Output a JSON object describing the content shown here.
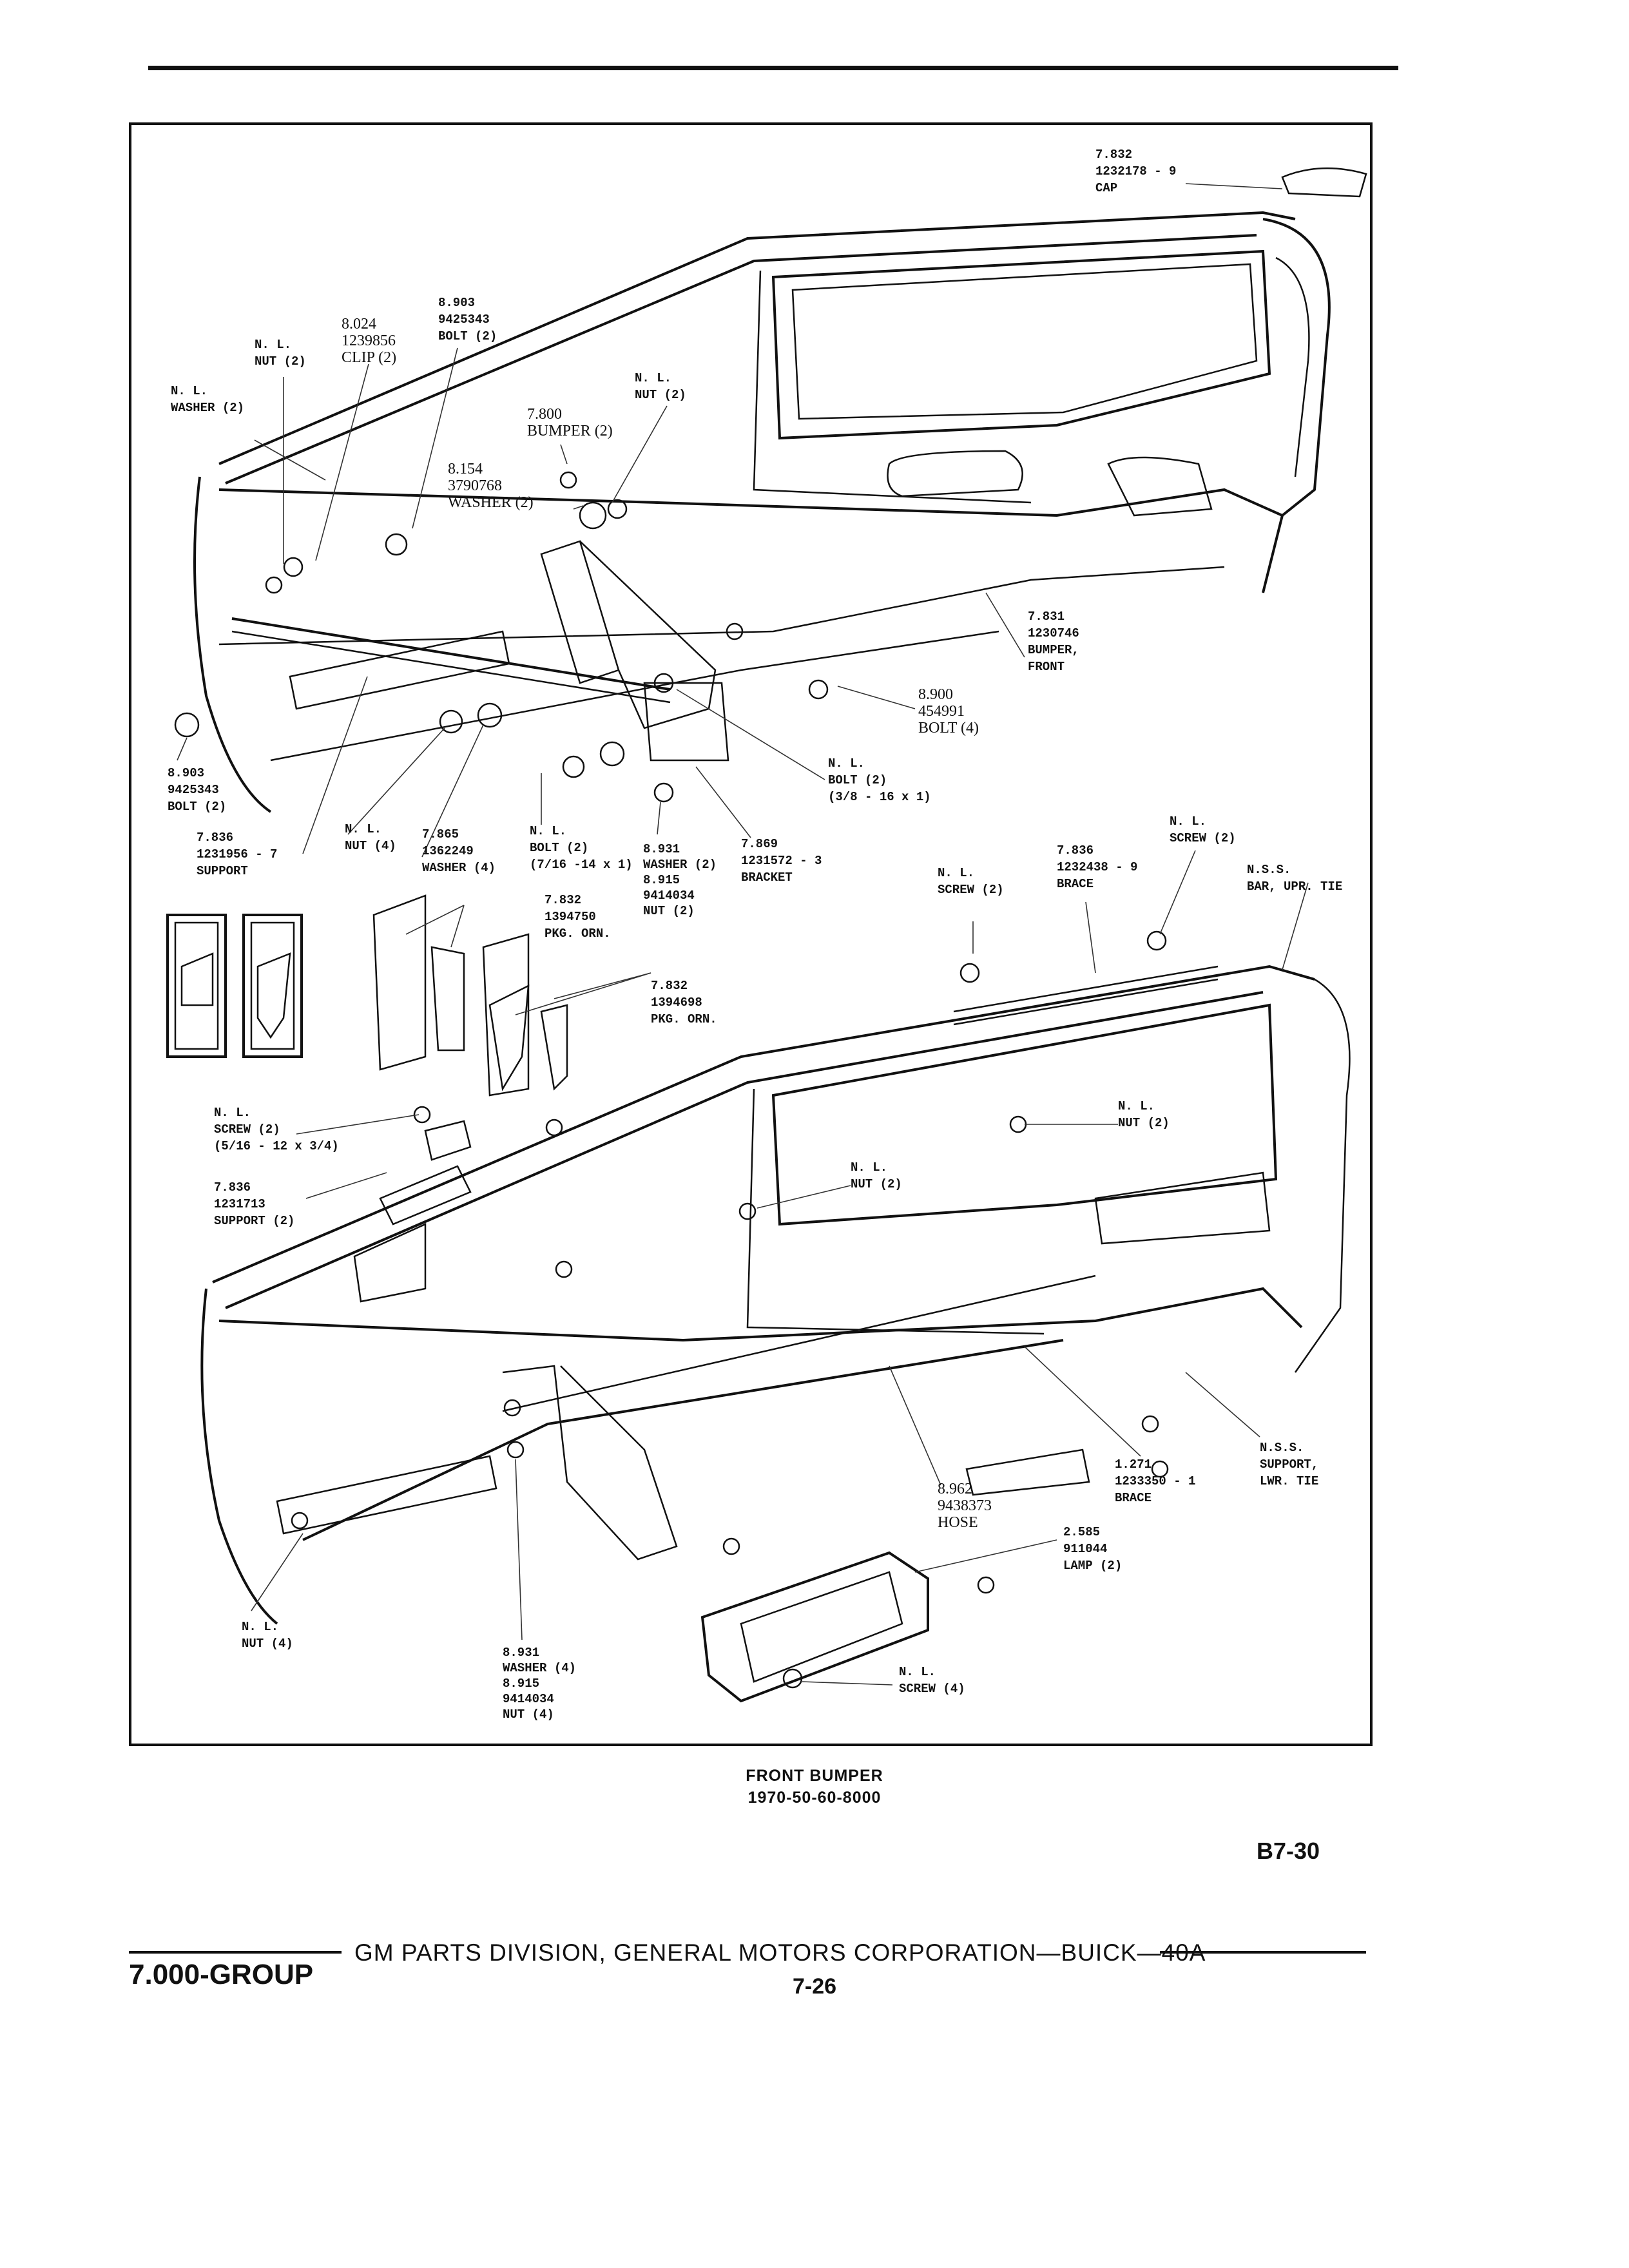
{
  "labels": {
    "cap": [
      "7.832",
      "1232178 - 9",
      "CAP"
    ],
    "nut_top_left": [
      "N. L.",
      "NUT (2)"
    ],
    "clip": [
      "8.024",
      "1239856",
      "CLIP (2)"
    ],
    "bolt_top": [
      "8.903",
      "9425343",
      "BOLT (2)"
    ],
    "washer_left": [
      "N. L.",
      "WASHER (2)"
    ],
    "nut_top_mid": [
      "N. L.",
      "NUT (2)"
    ],
    "bumper_small": [
      "7.800",
      "BUMPER (2)"
    ],
    "washer_mid": [
      "8.154",
      "3790768",
      "WASHER (2)"
    ],
    "bumper_front": [
      "7.831",
      "1230746",
      "BUMPER,",
      "FRONT"
    ],
    "bolt_right": [
      "8.900",
      "454991",
      "BOLT (4)"
    ],
    "bolt_nl": [
      "N. L.",
      "BOLT (2)",
      "(3/8 - 16 x 1)"
    ],
    "bolt_left": [
      "8.903",
      "9425343",
      "BOLT (2)"
    ],
    "support_left": [
      "7.836",
      "1231956 - 7",
      "SUPPORT"
    ],
    "nut_four": [
      "N. L.",
      "NUT (4)"
    ],
    "washer_four": [
      "7.865",
      "1362249",
      "WASHER (4)"
    ],
    "bolt_716": [
      "N. L.",
      "BOLT (2)",
      "(7/16 -14 x 1)"
    ],
    "washer_nut": [
      "8.931",
      "WASHER (2)",
      "8.915",
      "9414034",
      "NUT (2)"
    ],
    "bracket": [
      "7.869",
      "1231572 - 3",
      "BRACKET"
    ],
    "pkg_orn_1": [
      "7.832",
      "1394750",
      "PKG. ORN."
    ],
    "pkg_orn_2": [
      "7.832",
      "1394698",
      "PKG. ORN."
    ],
    "screw_nl_1": [
      "N. L.",
      "SCREW (2)"
    ],
    "brace_upper": [
      "7.836",
      "1232438 - 9",
      "BRACE"
    ],
    "screw_nl_2": [
      "N. L.",
      "SCREW (2)"
    ],
    "bar_upr": [
      "N.S.S.",
      "BAR, UPR. TIE"
    ],
    "screw_516": [
      "N. L.",
      "SCREW (2)",
      "(5/16 - 12 x 3/4)"
    ],
    "support_two": [
      "7.836",
      "1231713",
      "SUPPORT (2)"
    ],
    "nut_right": [
      "N. L.",
      "NUT (2)"
    ],
    "nut_center": [
      "N. L.",
      "NUT (2)"
    ],
    "support_lwr": [
      "N.S.S.",
      "SUPPORT,",
      "LWR. TIE"
    ],
    "brace_lower": [
      "1.271",
      "1233350 - 1",
      "BRACE"
    ],
    "hose": [
      "8.962",
      "9438373",
      "HOSE"
    ],
    "lamp": [
      "2.585",
      "911044",
      "LAMP (2)"
    ],
    "nut_bottom": [
      "N. L.",
      "NUT (4)"
    ],
    "washer_nut_four": [
      "8.931",
      "WASHER (4)",
      "8.915",
      "9414034",
      "NUT (4)"
    ],
    "screw_four": [
      "N. L.",
      "SCREW (4)"
    ]
  },
  "caption": {
    "title": "FRONT BUMPER",
    "code": "1970-50-60-8000"
  },
  "figure_code": "B7-30",
  "footer": {
    "main": "GM PARTS DIVISION, GENERAL MOTORS CORPORATION—BUICK—40A",
    "group": "7.000-GROUP",
    "page": "7-26"
  }
}
